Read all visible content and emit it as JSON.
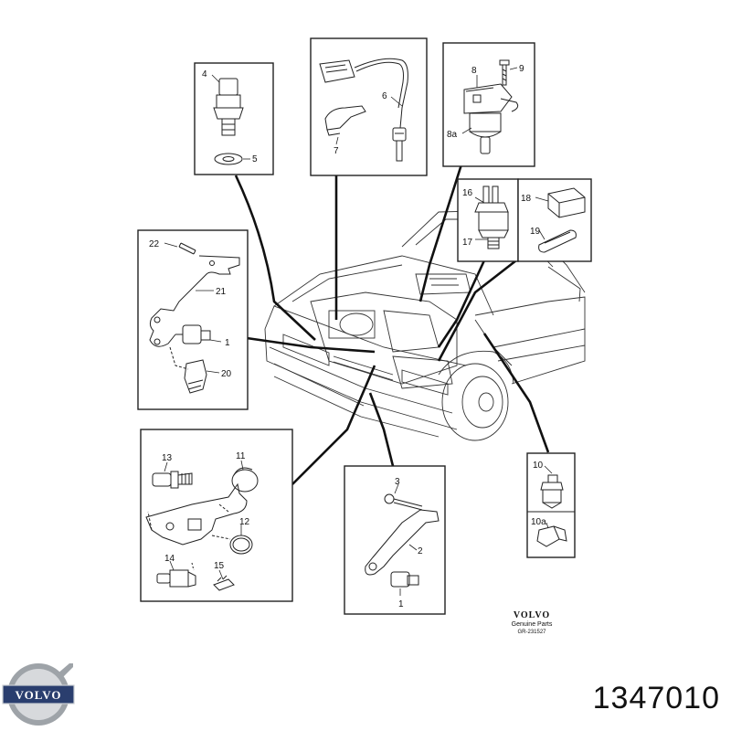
{
  "callouts": {
    "b4": [
      "4",
      "5"
    ],
    "b6": [
      "6",
      "7"
    ],
    "b8": [
      "8",
      "9",
      "8a"
    ],
    "b16": [
      "16",
      "17"
    ],
    "b18": [
      "18",
      "19"
    ],
    "b22": [
      "22",
      "21",
      "1",
      "20"
    ],
    "b13": [
      "13",
      "11",
      "12",
      "14",
      "15"
    ],
    "b3": [
      "3",
      "2",
      "1"
    ],
    "b10": [
      "10",
      "10a"
    ]
  },
  "brand_mark": {
    "name": "VOLVO",
    "subtitle": "Genuine Parts",
    "ref": "GR-231527"
  },
  "logo_text": "VOLVO",
  "part_number": "1347010"
}
